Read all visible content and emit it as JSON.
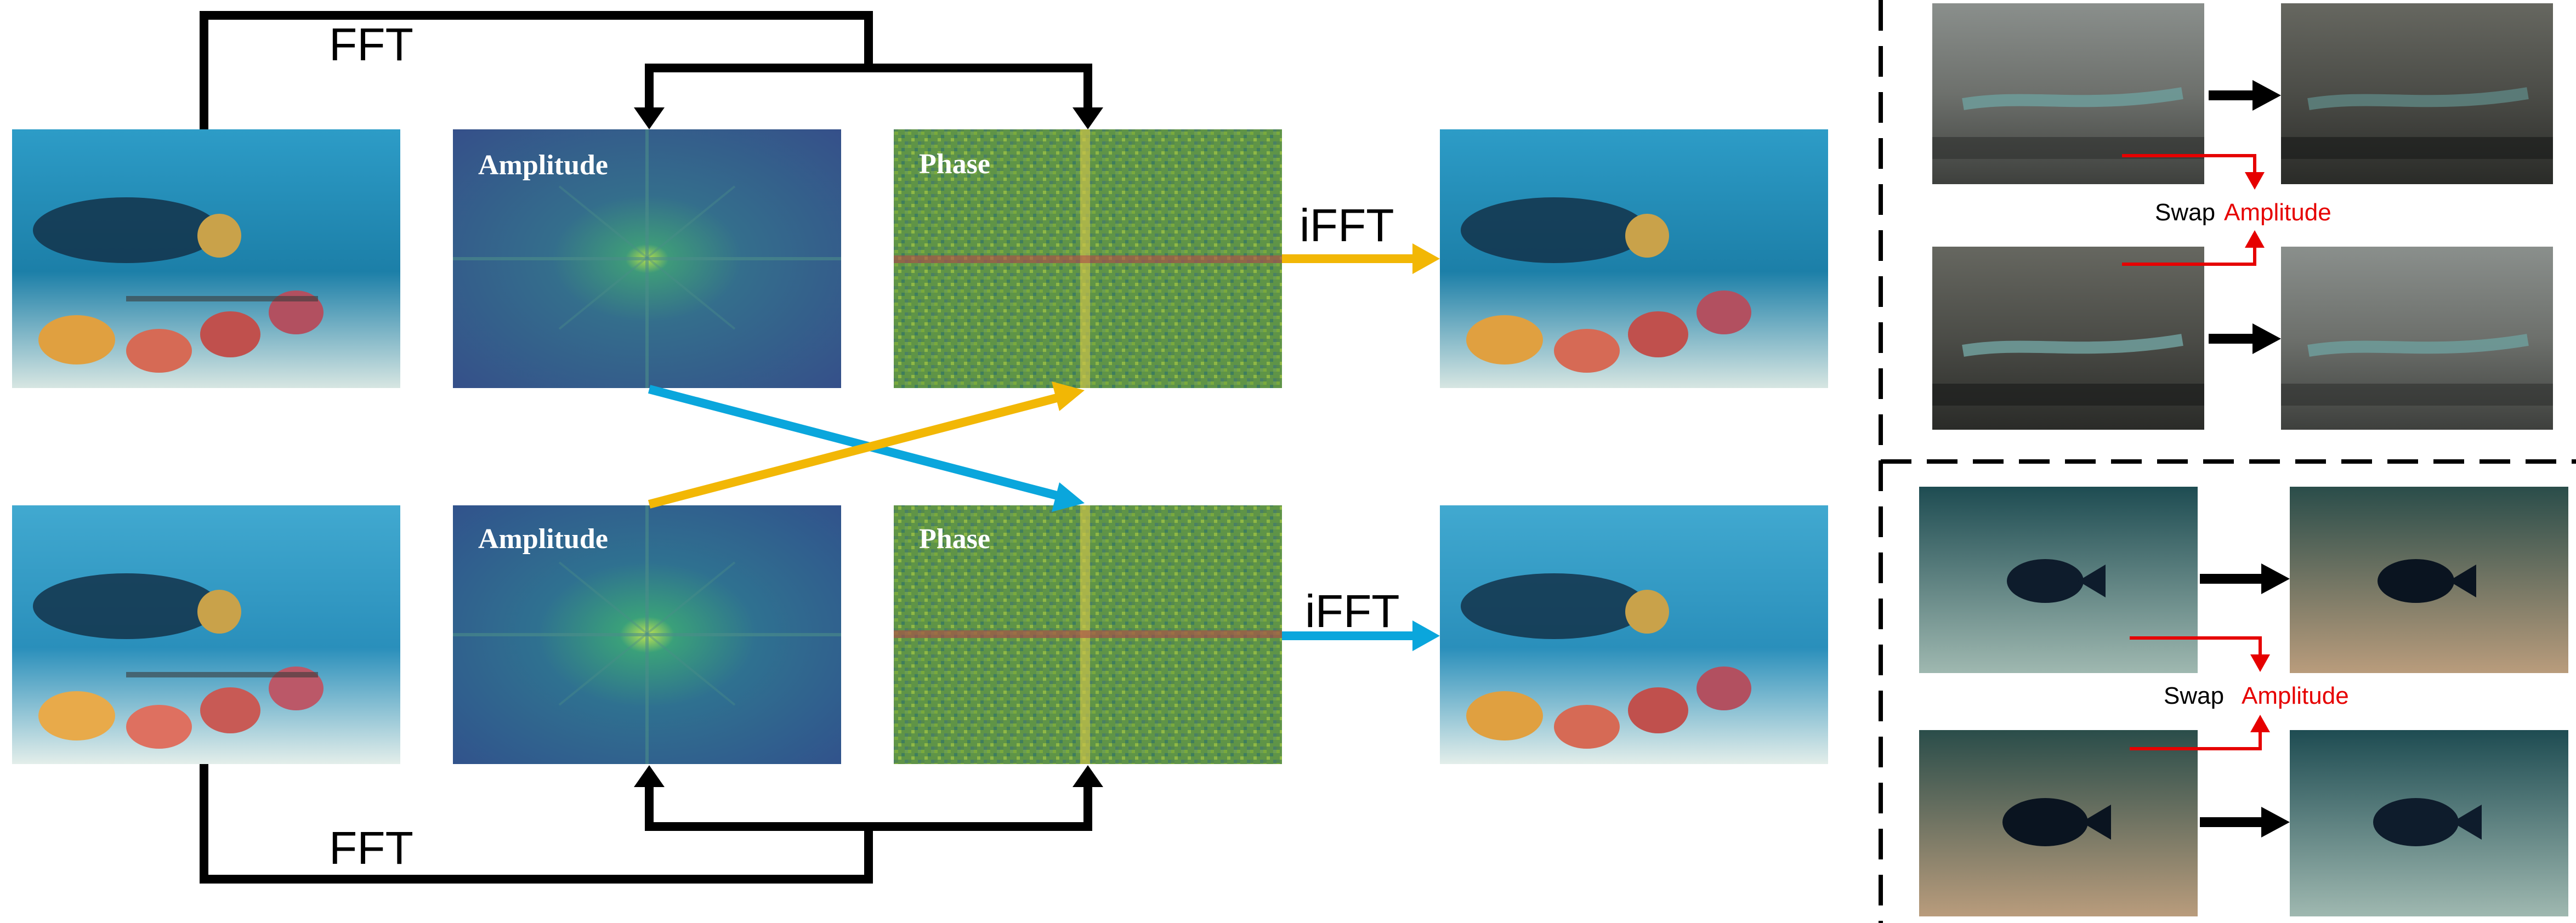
{
  "labels": {
    "fft": "FFT",
    "ifft": "iFFT",
    "amplitude": "Amplitude",
    "phase": "Phase",
    "swap_prefix": "Swap",
    "swap_highlight": "Amplitude"
  },
  "colors": {
    "background": "#ffffff",
    "black_arrow": "#000000",
    "yellow_arrow": "#f2b705",
    "blue_arrow": "#0aa6dc",
    "red_arrow": "#e60000",
    "amplitude_map": "#3a5f8f",
    "phase_map": "#6a9a48",
    "underwater_blue": "#1f7faa",
    "seabed_teal": "#1c5a60"
  },
  "icons": {
    "arrowhead": "arrowhead-icon"
  }
}
